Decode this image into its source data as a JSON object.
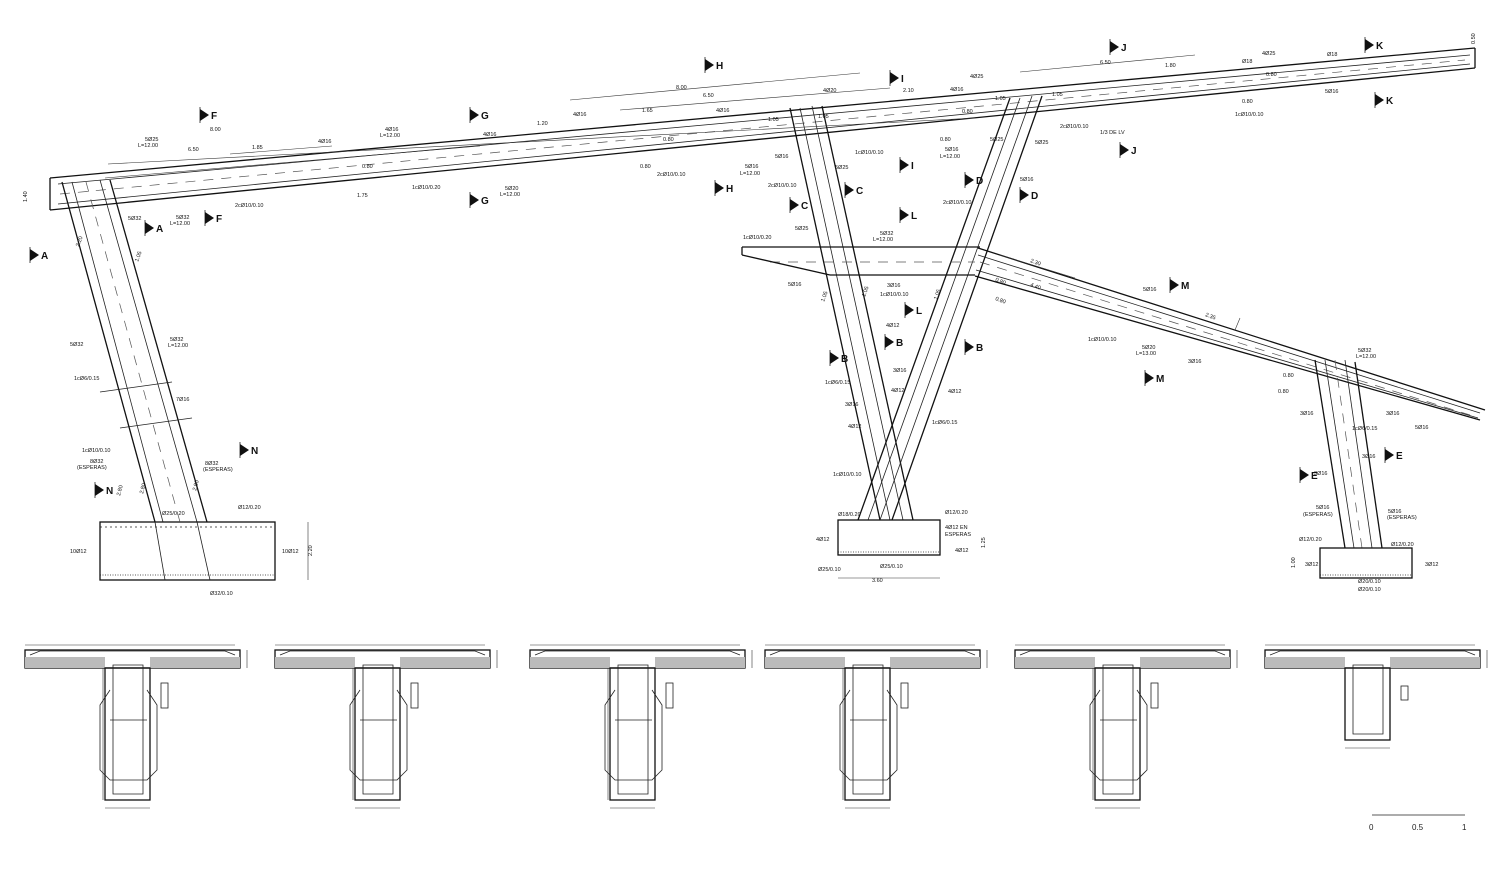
{
  "drawing": {
    "section_markers": [
      "F",
      "F",
      "G",
      "G",
      "H",
      "H",
      "I",
      "I",
      "J",
      "J",
      "K",
      "K",
      "A",
      "A",
      "C",
      "C",
      "D",
      "D",
      "L",
      "L",
      "M",
      "M",
      "B",
      "B",
      "B",
      "E",
      "E",
      "N",
      "N"
    ],
    "labels": [
      "8.00",
      "5Ø25",
      "L=12.00",
      "6.50",
      "1.85",
      "4Ø16",
      "4Ø16",
      "L=12.00",
      "4Ø16",
      "0.80",
      "1.75",
      "1cØ10/0.20",
      "5Ø20",
      "L=12.00",
      "2cØ10/0.10",
      "5Ø32",
      "5Ø32",
      "L=12.00",
      "1.40",
      "1.20",
      "4Ø16",
      "1.65",
      "8.00",
      "6.50",
      "4Ø16",
      "0.80",
      "0.80",
      "2cØ10/0.10",
      "5Ø16",
      "L=12.00",
      "1.05",
      "1.05",
      "5Ø16",
      "5Ø25",
      "2cØ10/0.10",
      "4Ø20",
      "2.10",
      "4Ø16",
      "1cØ10/0.10",
      "4Ø25",
      "1.05",
      "0.80",
      "0.80",
      "5Ø16",
      "L=12.00",
      "5Ø25",
      "5Ø16",
      "2cØ10/0.10",
      "6.50",
      "1.80",
      "1.05",
      "Ø18",
      "4Ø25",
      "Ø18",
      "0.80",
      "0.80",
      "1cØ10/0.10",
      "5Ø16",
      "2cØ10/0.10",
      "1/3 DE LV",
      "5Ø25",
      "0.50",
      "1cØ10/0.20",
      "5Ø32",
      "L=12.00",
      "5Ø25",
      "5Ø16",
      "1.05",
      "1.05",
      "1.05",
      "3Ø16",
      "1cØ10/0.10",
      "2.30",
      "0.80",
      "4.40",
      "0.80",
      "5Ø16",
      "2.35",
      "1cØ10/0.10",
      "5Ø20",
      "L=13.00",
      "3Ø16",
      "4Ø12",
      "3Ø16",
      "1cØ6/0.15",
      "4Ø12",
      "4Ø12",
      "3Ø16",
      "4Ø12",
      "1cØ6/0.15",
      "1cØ10/0.10",
      "Ø18/0.20",
      "Ø12/0.20",
      "4Ø12 EN",
      "ESPERAS",
      "4Ø12",
      "4Ø12",
      "Ø25/0.10",
      "Ø25/0.10",
      "3.60",
      "1.25",
      "5Ø32",
      "L=12.00",
      "0.80",
      "0.80",
      "3Ø16",
      "3Ø16",
      "5Ø16",
      "1cØ6/0.15",
      "3Ø16",
      "3Ø16",
      "5Ø16",
      "(ESPERAS)",
      "5Ø16",
      "(ESPERAS)",
      "Ø12/0.20",
      "Ø12/0.20",
      "3Ø12",
      "3Ø12",
      "1.00",
      "Ø20/0.10",
      "Ø20/0.10",
      "2.20",
      "1.05",
      "5Ø32",
      "5Ø32",
      "L=12.00",
      "1cØ6/0.15",
      "7Ø16",
      "1cØ10/0.10",
      "8Ø32",
      "(ESPERAS)",
      "8Ø32",
      "(ESPERAS)",
      "2.80",
      "2.80",
      "2.80",
      "Ø25/0.20",
      "Ø12/0.20",
      "10Ø12",
      "10Ø12",
      "2.20",
      "Ø32/0.10"
    ],
    "section_details_count": 6
  },
  "scale_bar": {
    "ticks": [
      "0",
      "0.5",
      "1"
    ]
  }
}
